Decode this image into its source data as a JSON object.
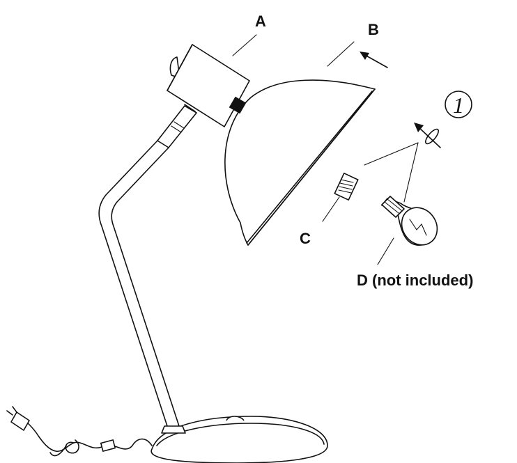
{
  "labels": {
    "a": "A",
    "b": "B",
    "c": "C",
    "d": "D (not included)"
  },
  "step_number": "1",
  "colors": {
    "ink": "#111111",
    "paper": "#ffffff"
  },
  "icons": [
    "rotation-arrow-icon",
    "direction-arrow-icon"
  ]
}
